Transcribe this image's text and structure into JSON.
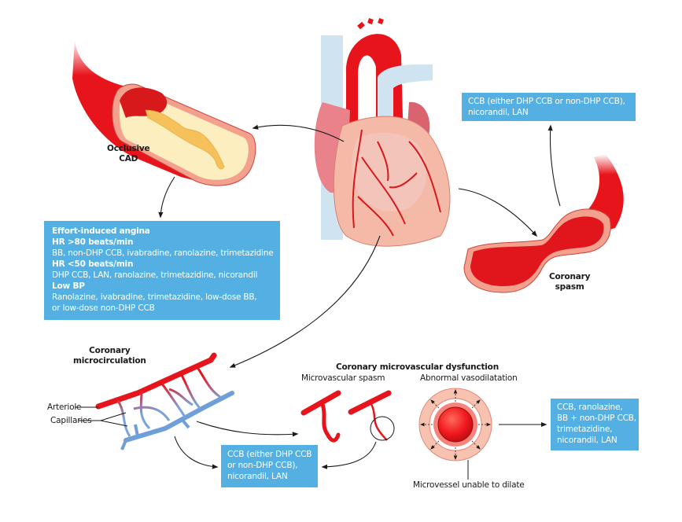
{
  "colors": {
    "box_fill": "#54b0e2",
    "box_text": "#ffffff",
    "artery_red": "#e8141b",
    "vein_blue": "#6f9fd8",
    "wall_pink": "#f7b6a2",
    "plaque_yellow": "#f6c75c",
    "label_text": "#1a1a1a"
  },
  "labels": {
    "occlusive_cad": [
      "Occlusive",
      "CAD"
    ],
    "coronary_spasm": [
      "Coronary",
      "spasm"
    ],
    "coronary_microcirculation": [
      "Coronary",
      "microcirculation"
    ],
    "arteriole": "Arteriole",
    "capillaries": "Capillaries",
    "cmd_title": "Coronary microvascular dysfunction",
    "microvascular_spasm": "Microvascular spasm",
    "abnormal_vasodilatation": "Abnormal vasodilatation",
    "microvessel_unable": "Microvessel unable to dilate"
  },
  "boxes": {
    "effort_angina": {
      "title": "Effort-induced angina",
      "groups": [
        {
          "heading": "HR >80 beats/min",
          "text": "BB, non-DHP CCB, ivabradine, ranolazine, trimetazidine"
        },
        {
          "heading": "HR <50 beats/min",
          "text": "DHP CCB, LAN, ranolazine, trimetazidine, nicorandil"
        },
        {
          "heading": "Low BP",
          "text": [
            "Ranolazine, ivabradine, trimetazidine, low-dose BB,",
            "or low-dose non-DHP CCB"
          ]
        }
      ]
    },
    "spasm_treatment": [
      "CCB (either DHP CCB or non-DHP CCB),",
      "nicorandil, LAN"
    ],
    "microvascular_spasm_treatment": [
      "CCB (either DHP CCB",
      "or non-DHP CCB),",
      "nicorandil, LAN"
    ],
    "vasodilatation_treatment": [
      "CCB, ranolazine,",
      "BB + non-DHP CCB,",
      "trimetazidine,",
      "nicorandil, LAN"
    ]
  }
}
